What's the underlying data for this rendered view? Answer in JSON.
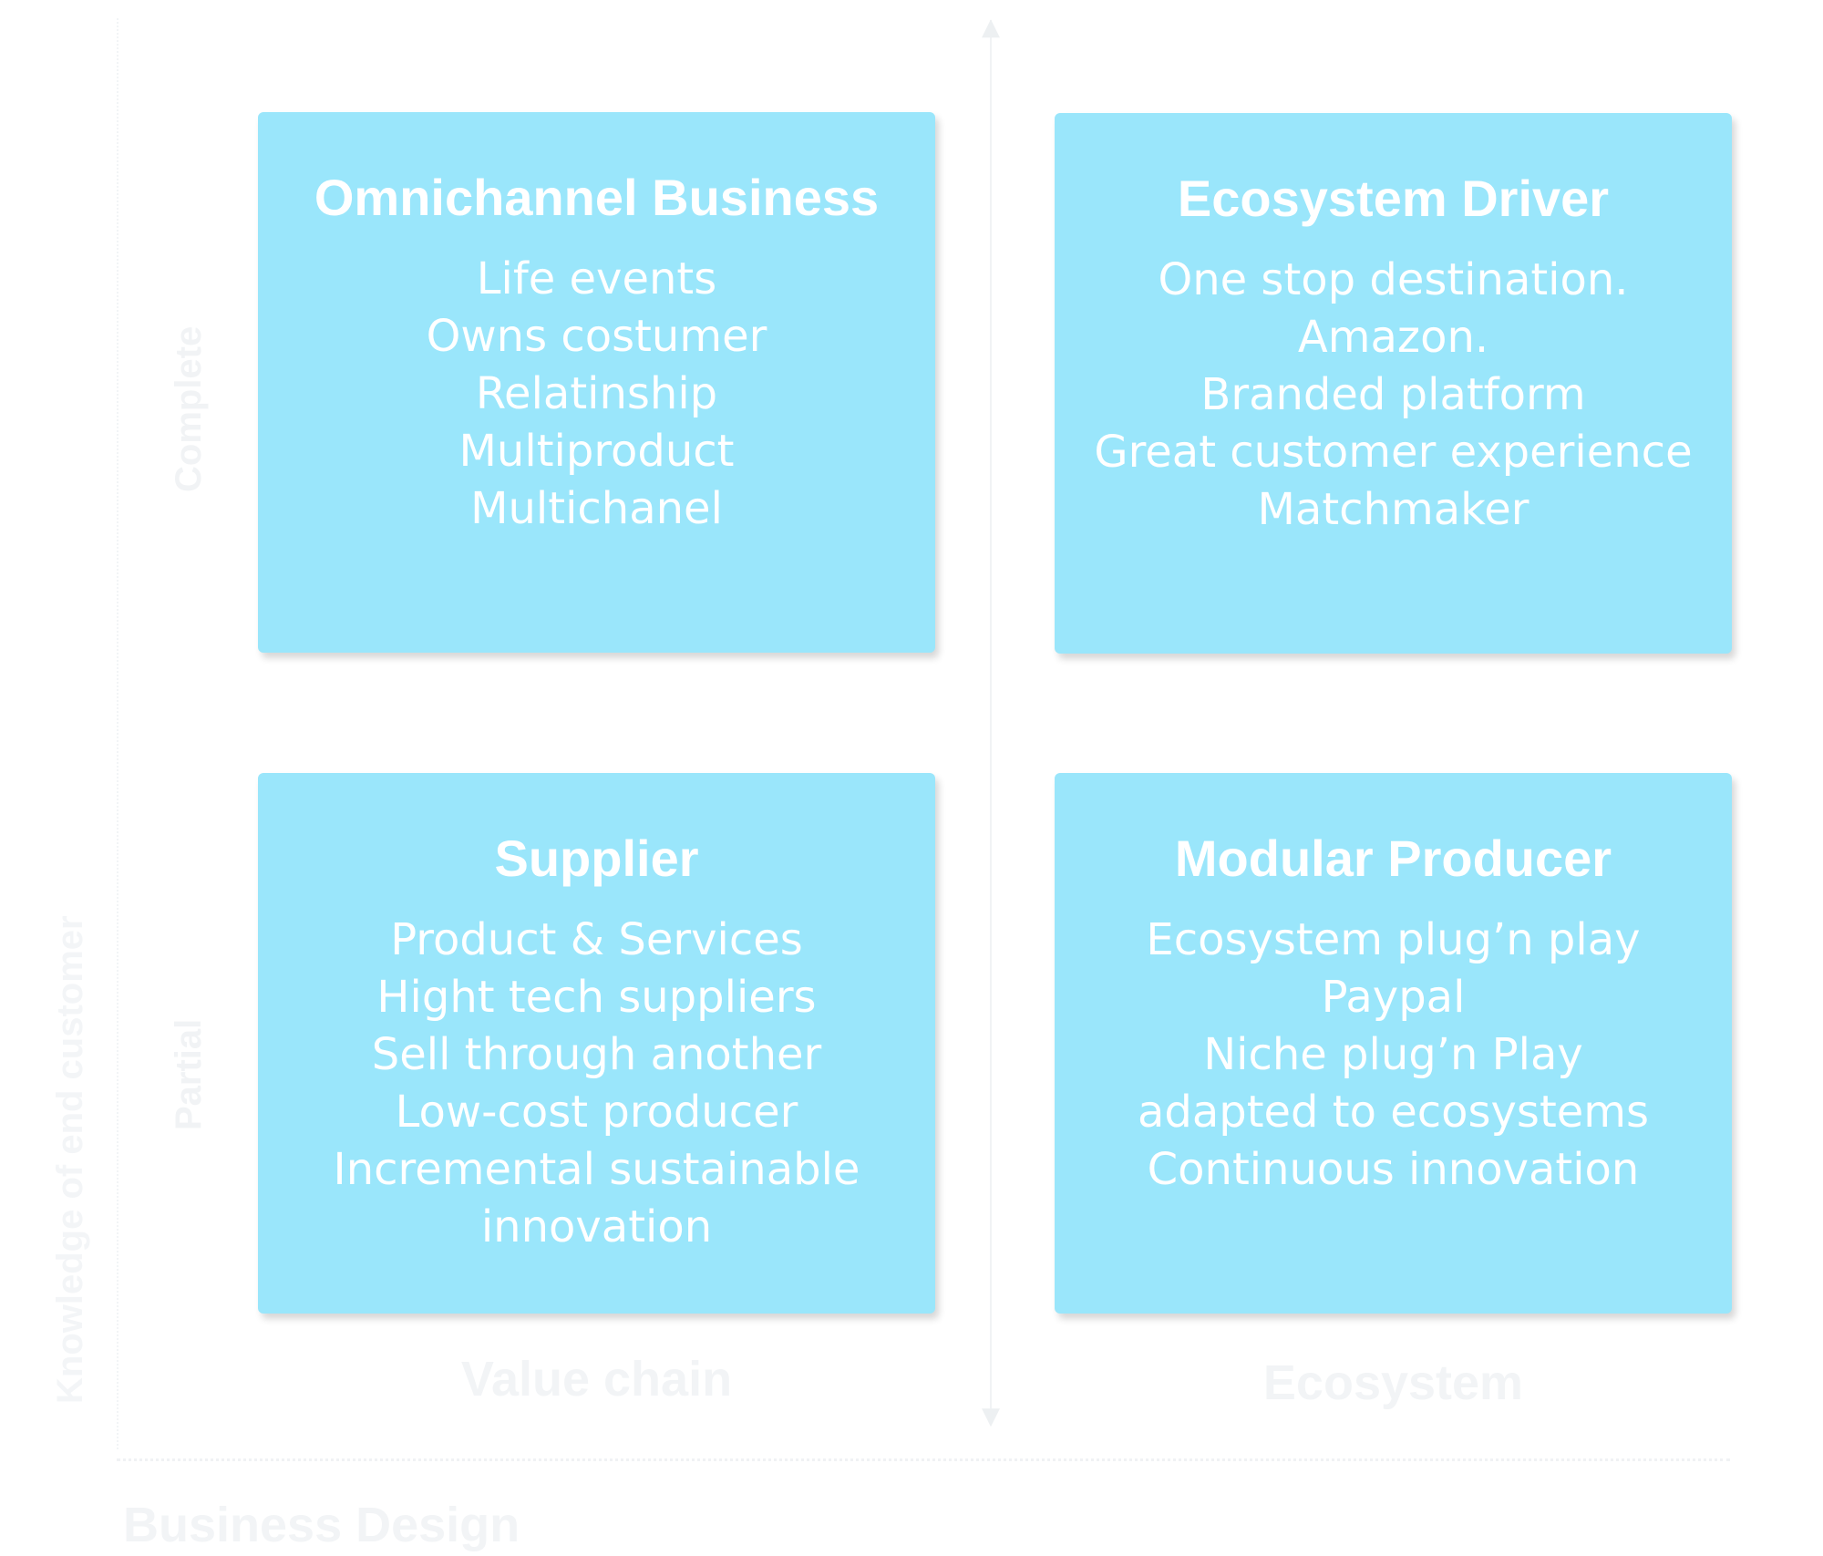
{
  "quadrants": [
    {
      "title": "Omnichannel Business",
      "lines": [
        "Life events",
        "Owns costumer",
        "Relatinship",
        "Multiproduct",
        "Multichanel"
      ]
    },
    {
      "title": "Ecosystem Driver",
      "lines": [
        "One stop destination.",
        "Amazon.",
        "Branded platform",
        "Great customer experience",
        "Matchmaker"
      ]
    },
    {
      "title": "Supplier",
      "lines": [
        "Product & Services",
        "Hight tech suppliers",
        "Sell through another",
        "Low-cost producer",
        "Incremental sustainable",
        "innovation"
      ]
    },
    {
      "title": "Modular Producer",
      "lines": [
        "Ecosystem plug’n play",
        "Paypal",
        "Niche plug’n Play",
        "adapted to ecosystems",
        "Continuous innovation"
      ]
    }
  ],
  "axes": {
    "x_left": "Value chain",
    "x_right": "Ecosystem",
    "x_title": "Business Design",
    "y_top": "Complete",
    "y_bottom": "Partial",
    "y_title": "Knowledge of end customer"
  },
  "colors": {
    "card_fill": "#9ae6fb",
    "card_text": "#ffffff",
    "background": "#ffffff"
  }
}
